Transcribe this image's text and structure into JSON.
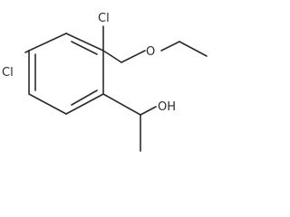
{
  "molecule": {
    "atoms": {
      "cl_top": "Cl",
      "cl_left": "Cl",
      "oxygen": "O",
      "hydroxyl": "OH"
    }
  },
  "colors": {
    "bond": "#2b2b2b",
    "label": "#2b2b2b",
    "background": "#ffffff"
  }
}
